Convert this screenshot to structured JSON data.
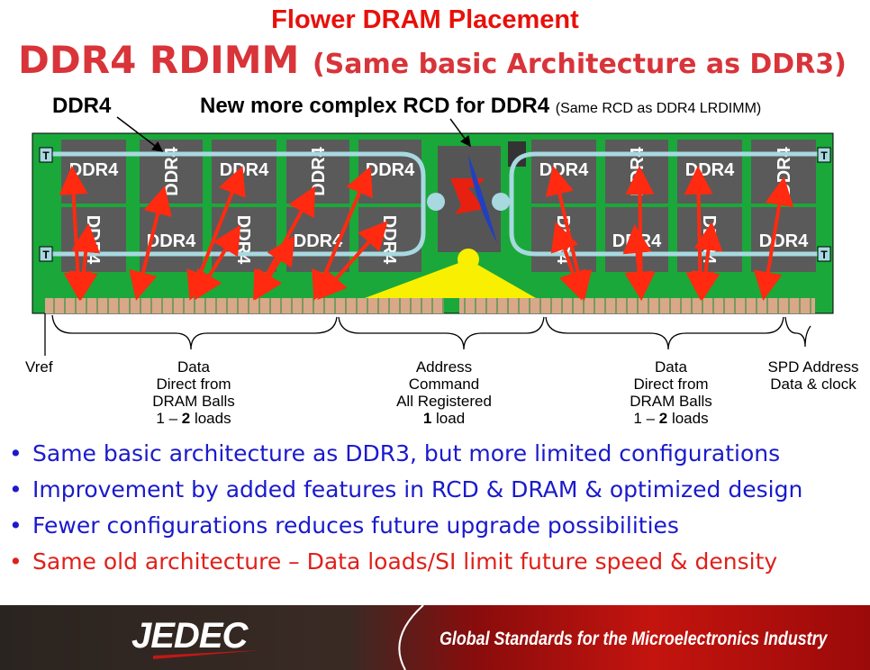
{
  "title": "Flower DRAM Placement",
  "subtitle_main": "DDR4 RDIMM",
  "subtitle_paren": "(Same basic Architecture as DDR3)",
  "ddr4_callout": "DDR4",
  "rcd_callout": "New more complex RCD for DDR4",
  "rcd_callout_note": "(Same RCD as DDR4 LRDIMM)",
  "chip_label": "DDR4",
  "terminator_label": "T",
  "labels": {
    "vref": "Vref",
    "data_left": [
      "Data",
      "Direct from",
      "DRAM Balls"
    ],
    "data_left_loads": [
      "1 – ",
      "2",
      " loads"
    ],
    "address": [
      "Address",
      "Command",
      "All Registered"
    ],
    "address_loads": [
      "1",
      " load"
    ],
    "data_right": [
      "Data",
      "Direct from",
      "DRAM Balls"
    ],
    "data_right_loads": [
      "1 – ",
      "2",
      " loads"
    ],
    "spd": [
      "SPD Address",
      "Data & clock"
    ]
  },
  "bullets": [
    {
      "text": "Same basic architecture as DDR3, but more limited configurations",
      "color": "#1a1acc"
    },
    {
      "text": "Improvement by added features in RCD & DRAM & optimized design",
      "color": "#1a1acc"
    },
    {
      "text": "Fewer configurations reduces future upgrade possibilities",
      "color": "#1a1acc"
    },
    {
      "text": "Same old architecture – Data loads/SI limit future speed & density",
      "color": "#e0201a"
    }
  ],
  "bullet_symbol": "•",
  "footer": {
    "logo": "JEDEC",
    "tagline": "Global Standards for the Microelectronics Industry"
  }
}
